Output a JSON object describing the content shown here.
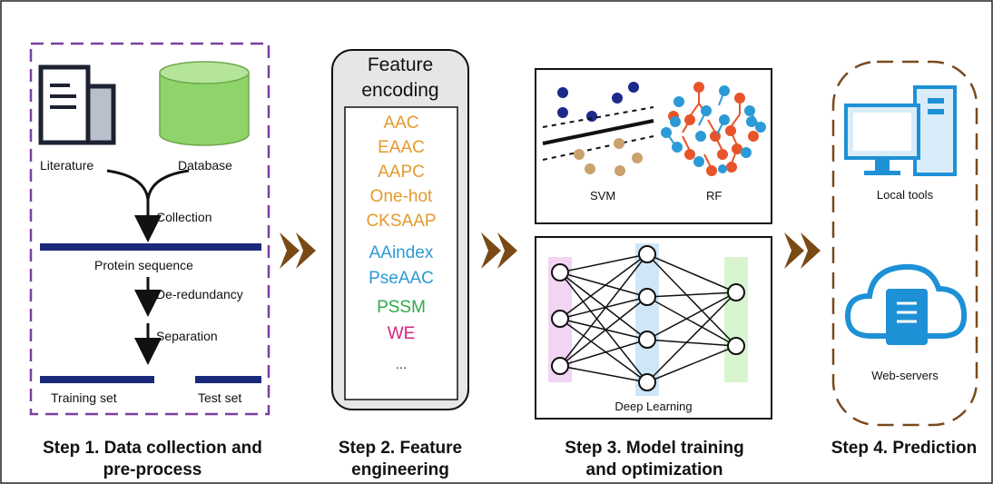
{
  "step1": {
    "literature": "Literature",
    "database": "Database",
    "collection": "Collection",
    "protein_sequence": "Protein sequence",
    "de_redundancy": "De-redundancy",
    "separation": "Separation",
    "training_set": "Training set",
    "test_set": "Test set",
    "caption_line1": "Step 1. Data collection and",
    "caption_line2": "pre-process"
  },
  "step2": {
    "title_line1": "Feature",
    "title_line2": "encoding",
    "features": [
      {
        "label": "AAC",
        "color": "#e39a2d"
      },
      {
        "label": "EAAC",
        "color": "#e39a2d"
      },
      {
        "label": "AAPC",
        "color": "#e39a2d"
      },
      {
        "label": "One-hot",
        "color": "#e39a2d"
      },
      {
        "label": "CKSAAP",
        "color": "#e39a2d"
      },
      {
        "label": "AAindex",
        "color": "#2b9ad6"
      },
      {
        "label": "PseAAC",
        "color": "#2b9ad6"
      },
      {
        "label": "PSSM",
        "color": "#2eaa4a"
      },
      {
        "label": "WE",
        "color": "#d6247f"
      },
      {
        "label": "...",
        "color": "#333333"
      }
    ],
    "caption_line1": "Step 2. Feature",
    "caption_line2": "engineering"
  },
  "step3": {
    "svm": "SVM",
    "rf": "RF",
    "deep_learning": "Deep Learning",
    "caption_line1": "Step 3. Model training",
    "caption_line2": "and optimization"
  },
  "step4": {
    "local_tools": "Local tools",
    "web_servers": "Web-servers",
    "caption": "Step 4. Prediction"
  },
  "colors": {
    "purple_dash": "#7b3fa0",
    "brown_dash": "#7a4a1e",
    "arrow_brown": "#7a4a14",
    "seq_bar": "#1b2a7a",
    "db_green": "#8ed46a",
    "svm_dark": "#1c2a8c",
    "svm_tan": "#c9a26e",
    "rf_orange": "#e8542a",
    "rf_blue": "#2b9ad6",
    "icon_blue": "#1e90d6"
  }
}
